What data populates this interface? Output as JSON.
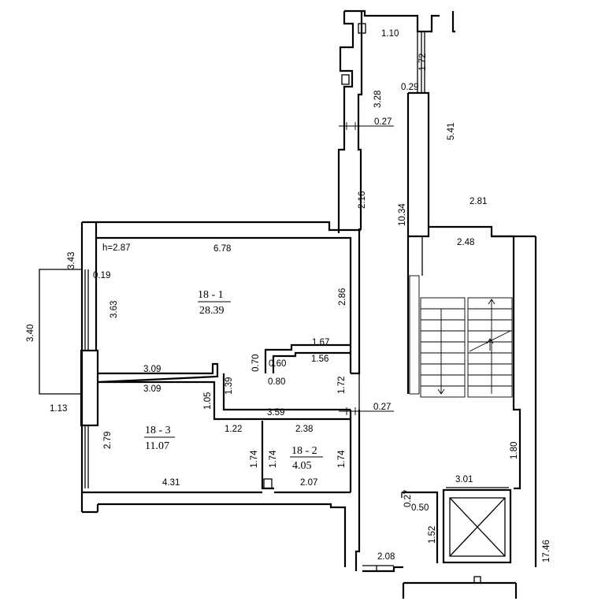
{
  "rooms": [
    {
      "id": "18 - 1",
      "area": "28.39"
    },
    {
      "id": "18 - 3",
      "area": "11.07"
    },
    {
      "id": "18 - 2",
      "area": "4.05"
    }
  ],
  "ceiling_height": "h=2.87",
  "dimensions": {
    "d_1_10": "1.10",
    "d_1_72_top": "1.72",
    "d_0_29": "0.29",
    "d_3_28": "3.28",
    "d_0_27_top": "0.27",
    "d_5_41": "5.41",
    "d_2_16": "2.16",
    "d_10_34": "10.34",
    "d_2_81": "2.81",
    "d_2_48": "2.48",
    "d_3_43": "3.43",
    "d_6_78": "6.78",
    "d_0_19": "0.19",
    "d_3_63": "3.63",
    "d_3_40": "3.40",
    "d_2_86": "2.86",
    "d_1_67": "1.67",
    "d_0_70": "0.70",
    "d_0_60": "0.60",
    "d_1_56": "1.56",
    "d_3_09_a": "3.09",
    "d_3_09_b": "3.09",
    "d_0_80": "0.80",
    "d_1_72_mid": "1.72",
    "d_1_39": "1.39",
    "d_1_05": "1.05",
    "d_1_13": "1.13",
    "d_3_59": "3.59",
    "d_0_27_mid": "0.27",
    "d_1_22": "1.22",
    "d_2_38": "2.38",
    "d_2_79": "2.79",
    "d_1_74_a": "1.74",
    "d_1_74_b": "1.74",
    "d_1_74_c": "1.74",
    "d_4_31": "4.31",
    "d_2_07": "2.07",
    "d_1_80": "1.80",
    "d_3_01": "3.01",
    "d_0_27_low": "0.27",
    "d_0_50": "0.50",
    "d_1_52": "1.52",
    "d_17_46": "17.46",
    "d_2_08": "2.08"
  }
}
